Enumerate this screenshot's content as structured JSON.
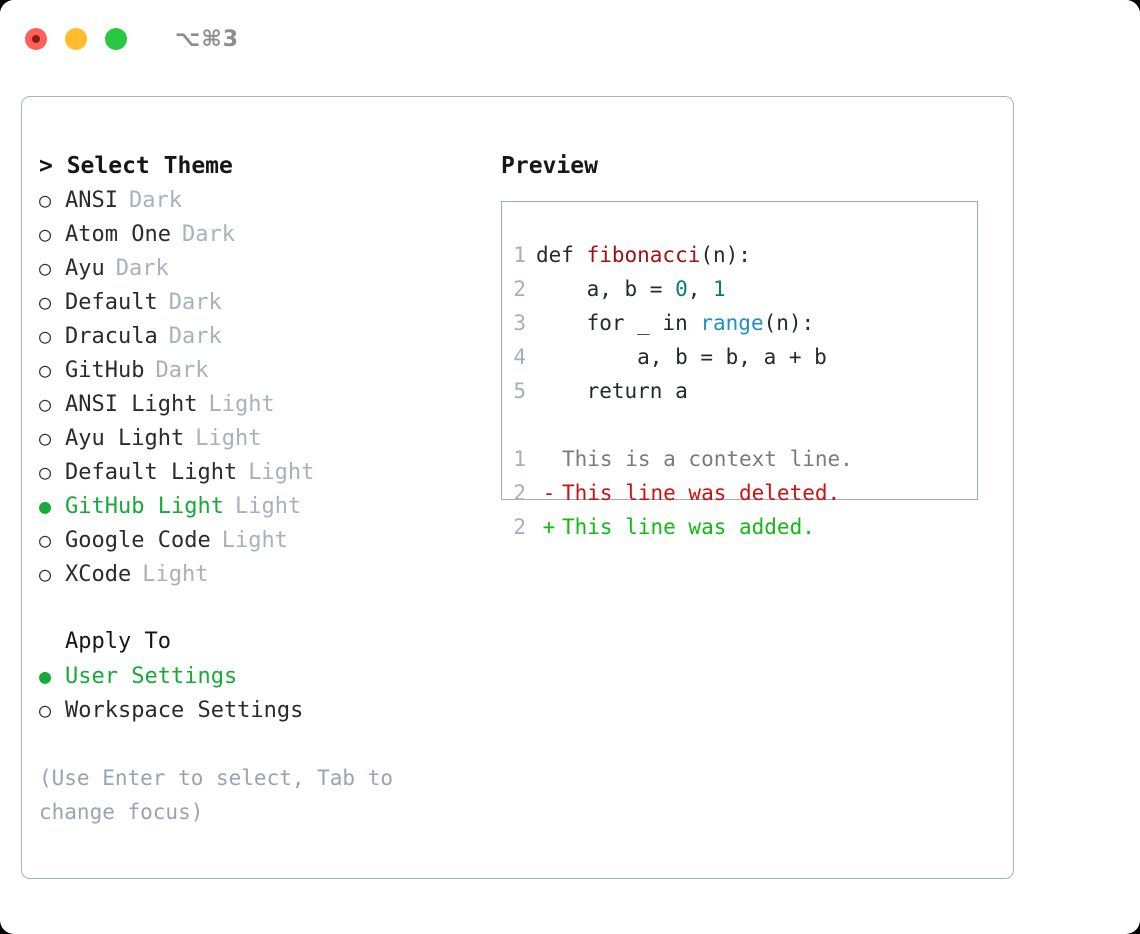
{
  "titlebar": {
    "shortcut": "⌥⌘3",
    "buttons": [
      {
        "name": "close",
        "color": "#ff6058",
        "recording": true
      },
      {
        "name": "minimize",
        "color": "#ffbd2e",
        "recording": false
      },
      {
        "name": "maximize",
        "color": "#28c840",
        "recording": false
      }
    ]
  },
  "theme_picker": {
    "title": "> Select Theme",
    "selected_marker": "●",
    "unselected_marker": "○",
    "accent_color": "#16ab39",
    "items": [
      {
        "marker": "○",
        "label": "ANSI",
        "tag": "Dark",
        "selected": false
      },
      {
        "marker": "○",
        "label": "Atom One",
        "tag": "Dark",
        "selected": false
      },
      {
        "marker": "○",
        "label": "Ayu",
        "tag": "Dark",
        "selected": false
      },
      {
        "marker": "○",
        "label": "Default",
        "tag": "Dark",
        "selected": false
      },
      {
        "marker": "○",
        "label": "Dracula",
        "tag": "Dark",
        "selected": false
      },
      {
        "marker": "○",
        "label": "GitHub",
        "tag": "Dark",
        "selected": false
      },
      {
        "marker": "○",
        "label": "ANSI Light",
        "tag": "Light",
        "selected": false
      },
      {
        "marker": "○",
        "label": "Ayu Light",
        "tag": "Light",
        "selected": false
      },
      {
        "marker": "○",
        "label": "Default Light",
        "tag": "Light",
        "selected": false
      },
      {
        "marker": "●",
        "label": "GitHub Light",
        "tag": "Light",
        "selected": true
      },
      {
        "marker": "○",
        "label": "Google Code",
        "tag": "Light",
        "selected": false
      },
      {
        "marker": "○",
        "label": "XCode",
        "tag": "Light",
        "selected": false
      }
    ]
  },
  "apply_to": {
    "title": "Apply To",
    "items": [
      {
        "marker": "●",
        "label": "User Settings",
        "selected": true
      },
      {
        "marker": "○",
        "label": "Workspace Settings",
        "selected": false
      }
    ]
  },
  "hint": "(Use Enter to select, Tab to change focus)",
  "preview": {
    "title": "Preview",
    "code_lines": [
      {
        "num": "1",
        "tokens": [
          {
            "text": "def ",
            "type": "plain"
          },
          {
            "text": "fibonacci",
            "type": "fn"
          },
          {
            "text": "(n):",
            "type": "plain"
          }
        ]
      },
      {
        "num": "2",
        "tokens": [
          {
            "text": "    a, b = ",
            "type": "plain"
          },
          {
            "text": "0",
            "type": "num"
          },
          {
            "text": ", ",
            "type": "plain"
          },
          {
            "text": "1",
            "type": "num"
          }
        ]
      },
      {
        "num": "3",
        "tokens": [
          {
            "text": "    for _ in ",
            "type": "plain"
          },
          {
            "text": "range",
            "type": "call"
          },
          {
            "text": "(n):",
            "type": "plain"
          }
        ]
      },
      {
        "num": "4",
        "tokens": [
          {
            "text": "        a, b = b, a + b",
            "type": "plain"
          }
        ]
      },
      {
        "num": "5",
        "tokens": [
          {
            "text": "    return a",
            "type": "plain"
          }
        ]
      }
    ],
    "diff_lines": [
      {
        "num": "1",
        "sign": " ",
        "text": "This is a context line.",
        "kind": "ctx"
      },
      {
        "num": "2",
        "sign": "-",
        "text": "This line was deleted.",
        "kind": "del"
      },
      {
        "num": "2",
        "sign": "+",
        "text": "This line was added.",
        "kind": "add"
      }
    ],
    "syntax_colors": {
      "function": "#9f1010",
      "number": "#0b7b74",
      "builtin": "#1f8fc4",
      "plain": "#24292e",
      "line_number": "#a4aebc",
      "diff_context": "#7b7b7b",
      "diff_deleted": "#cc1111",
      "diff_added": "#11bb11"
    }
  }
}
